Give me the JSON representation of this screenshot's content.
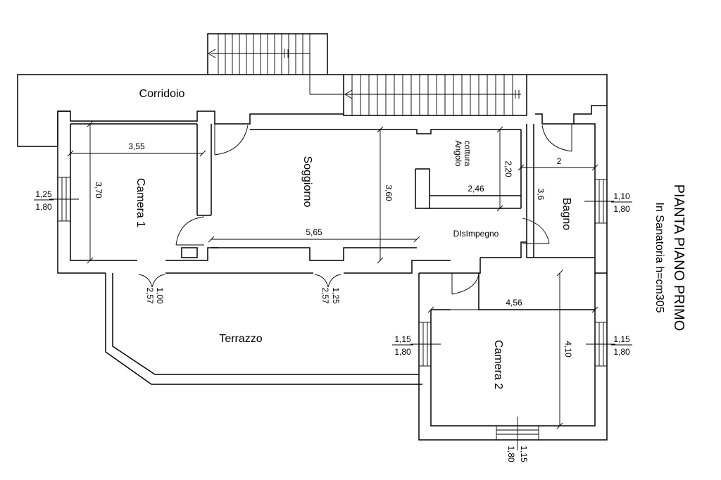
{
  "title": "PIANTA PIANO PRIMO",
  "subtitle": "In Sanatoria h=cm305",
  "rooms": {
    "corridoio": "Corridoio",
    "soggiorno": "Soggiorno",
    "angolo_line1": "Angolo",
    "angolo_line2": "cottura",
    "camera1": "Camera 1",
    "camera2": "Camera 2",
    "bagno": "Bagno",
    "disimpegno": "DIsImpegno",
    "terrazzo": "Terrazzo"
  },
  "dimensions": {
    "cam1_width": "3,55",
    "cam1_height": "3,70",
    "sogg_height": "3,60",
    "sogg_width": "5,65",
    "angolo_height": "2,20",
    "angolo_width": "2,46",
    "bagno_width": "2",
    "bagno_height": "3,6",
    "cam2_width": "4,56",
    "cam2_height": "4,10"
  },
  "openings": {
    "win_cam1_w": "1,25",
    "win_cam1_h": "1,80",
    "win_bagno_w": "1,10",
    "win_bagno_h": "1,80",
    "win_cam2_left_w": "1,15",
    "win_cam2_left_h": "1,80",
    "win_cam2_right_w": "1,15",
    "win_cam2_right_h": "1,80",
    "win_cam2_bottom_w": "1,15",
    "win_cam2_bottom_h": "1,80",
    "door1_h": "2,57",
    "door1_w": "1,00",
    "door2_h": "2,57",
    "door2_w": "1,25"
  }
}
